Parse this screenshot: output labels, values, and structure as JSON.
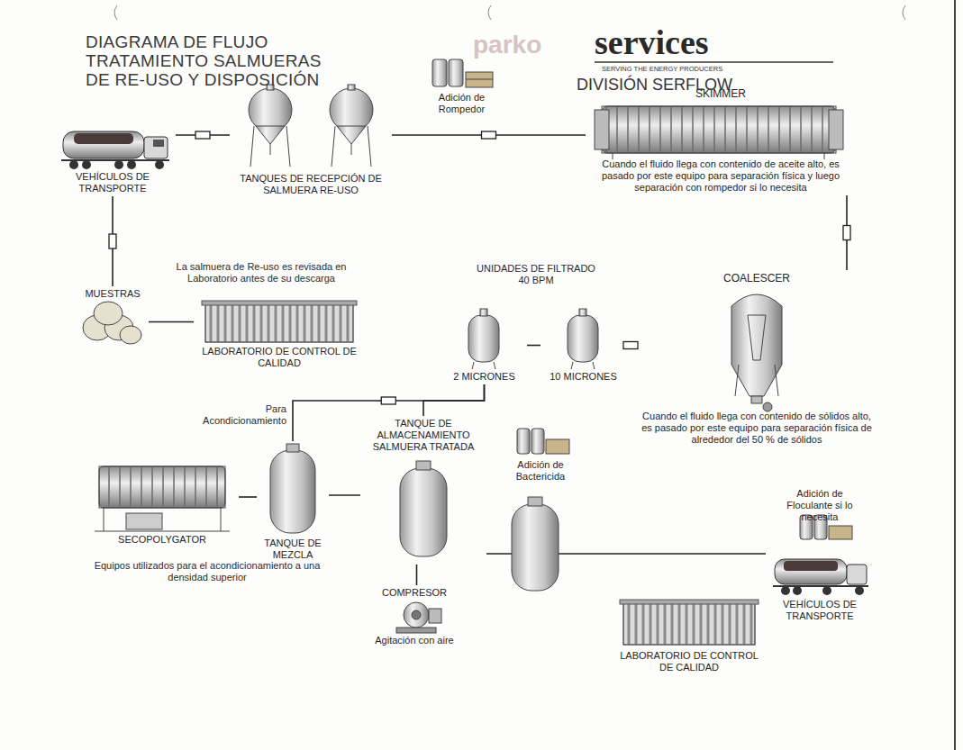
{
  "diagram": {
    "title": "DIAGRAMA DE FLUJO TRATAMIENTO SALMUERAS DE RE-USO Y DISPOSICIÓN",
    "nodes": [
      {
        "text": [
          "VEHÍCULOS DE TRANSPORTE"
        ]
      },
      {
        "text": [
          "TANQUES DE RECEPCIÓN DE SALMUERA RE-USO"
        ]
      },
      {
        "text": [
          "Adición de Rompedor"
        ]
      },
      {
        "text": [
          "SKIMMER",
          "Cuando el fluido llega con contenido de aceite alto, es pasado por este equipo para separación física y luego separación con rompedor si lo necesita"
        ]
      },
      {
        "text": [
          "MUESTRAS"
        ]
      },
      {
        "text": [
          "LABORATORIO DE CONTROL DE CALIDAD"
        ]
      },
      {
        "text": [
          "2 MICRONES"
        ]
      },
      {
        "text": [
          "10 MICRONES"
        ]
      },
      {
        "text": [
          "COALESCER",
          "Cuando el fluido llega con contenido de sólidos alto, es pasado por este equipo para separación física de alrededor del 50 % de sólidos"
        ]
      },
      {
        "text": [
          "Adición de Floculante si lo necesita"
        ]
      },
      {
        "text": [
          "TANQUE DE ALMACENAMIENTO SALMUERA TRATADA"
        ]
      },
      {
        "text": [
          "Adición de Bactericida"
        ]
      },
      {
        "text": [
          "SECOPOLYGATOR"
        ]
      },
      {
        "text": [
          "TANQUE DE MEZCLA"
        ]
      },
      {
        "text": [
          "VEHÍCULOS DE TRANSPORTE"
        ]
      },
      {
        "text": [
          "COMPRESOR",
          "Agitación con aire"
        ]
      },
      {
        "text": [
          "LABORATORIO DE CONTROL DE CALIDAD"
        ]
      }
    ],
    "edges": [
      {
        "from": 0,
        "to": 1,
        "arrow": "none"
      },
      {
        "from": 0,
        "to": 4,
        "arrow": "none"
      },
      {
        "from": 4,
        "to": 5,
        "arrow": "none"
      },
      {
        "from": 1,
        "to": 3,
        "arrow": "none"
      },
      {
        "from": 3,
        "to": 8,
        "arrow": "none"
      },
      {
        "from": 8,
        "to": 7,
        "arrow": "none"
      },
      {
        "from": 7,
        "to": 6,
        "arrow": "none"
      },
      {
        "from": 6,
        "to": 10,
        "arrow": "none"
      },
      {
        "from": 6,
        "to": 13,
        "arrow": "none"
      },
      {
        "from": 13,
        "to": 10,
        "arrow": "none"
      },
      {
        "from": 12,
        "to": 13,
        "arrow": "none"
      },
      {
        "from": 10,
        "to": 14,
        "arrow": "none"
      },
      {
        "from": 15,
        "to": 10,
        "arrow": "none"
      }
    ],
    "labels": [
      "parko",
      "services",
      "SERVING THE ENERGY PRODUCERS",
      "DIVISIÓN SERFLOW",
      "La salmuera de Re-uso es revisada en Laboratorio antes de su descarga",
      "UNIDADES DE FILTRADO 40 BPM",
      "Para Acondicionamiento",
      "Equipos utilizados para el acondicionamiento a una densidad superior"
    ]
  }
}
